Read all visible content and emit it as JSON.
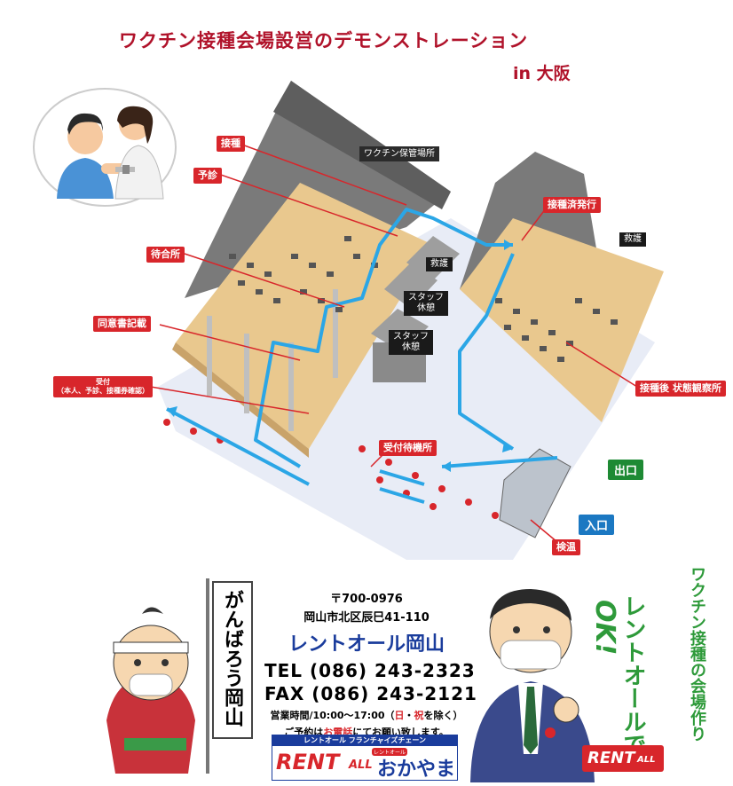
{
  "title": "ワクチン接種会場設営のデモンストレーション",
  "subtitle": "in 大阪",
  "labels": {
    "sesshu": "接種",
    "yoshin": "予診",
    "machiai": "待合所",
    "doisho": "同意書記載",
    "uketsuke_line1": "受付",
    "uketsuke_line2": "（本人、予診、接種券確認）",
    "vaccine_storage": "ワクチン保管場所",
    "kyugo_left": "救護",
    "staff_rest_1": "スタッフ\n休憩",
    "staff_rest_2": "スタッフ\n休憩",
    "sesshuzumi": "接種済発行",
    "kyugo_right": "救護",
    "kansatsu": "接種後 状態観察所",
    "uketsuke_machi": "受付待機所",
    "deguchi": "出口",
    "iriguchi": "入口",
    "kenon": "検温"
  },
  "mascot_banner": "がんばろう岡山",
  "contact": {
    "postal": "〒700-0976",
    "address": "岡山市北区辰巳41-110",
    "brand": "レントオール岡山",
    "tel": "TEL (086) 243-2323",
    "fax": "FAX (086) 243-2121",
    "hours_pre": "営業時間/10:00～17:00（",
    "hours_day1": "日",
    "hours_sep": "・",
    "hours_day2": "祝",
    "hours_post": "を除く）",
    "reserve_pre": "ご予約は",
    "reserve_em": "お電話",
    "reserve_post": "にてお願い致します。"
  },
  "logo": {
    "chain": "レントオール フランチャイズチェーン",
    "rent": "RENT",
    "all": "ALL",
    "badge": "レントオール",
    "okayama": "おかやま"
  },
  "speech": {
    "line1": "レントオールで",
    "ok": "OK!"
  },
  "vertical_caption": "ワクチン接種の会場作り",
  "rentall_small": {
    "rent": "RENT",
    "all": "ALL"
  },
  "colors": {
    "title_red": "#b0122a",
    "label_red": "#d8262b",
    "flow_blue": "#2ba6e6",
    "brand_blue": "#1a3c9c",
    "exit_green": "#1e8a34"
  }
}
